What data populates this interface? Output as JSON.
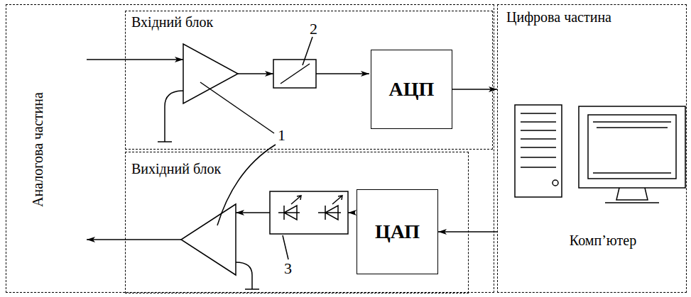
{
  "diagram": {
    "nodes": [
      {
        "text": [
          "Аналогова частина"
        ]
      },
      {
        "text": [
          "Вхідний блок"
        ],
        "in": 0
      },
      {
        "text": [
          "АЦП"
        ],
        "in": 1
      },
      {
        "text": [
          "Вихідний блок"
        ],
        "in": 0
      },
      {
        "text": [
          "ЦАП"
        ],
        "in": 3
      },
      {
        "text": [
          "Цифрова частина",
          "Комп’ютер"
        ]
      }
    ],
    "edges": [
      {
        "from": 2,
        "to": 5,
        "arrow": "to"
      },
      {
        "from": 5,
        "to": 4,
        "arrow": "to"
      }
    ],
    "labels": [
      "1",
      "2",
      "3"
    ]
  }
}
